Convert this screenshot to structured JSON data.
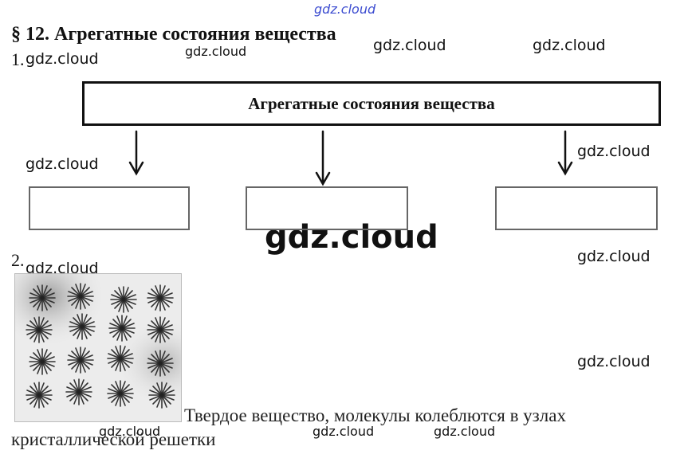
{
  "watermark": "gdz.cloud",
  "section_heading": "§ 12. Агрегатные состояния вещества",
  "task1": {
    "number": "1.",
    "main_box_label": "Агрегатные состояния вещества",
    "answer_boxes": [
      "",
      "",
      ""
    ]
  },
  "task2": {
    "number": "2.",
    "image_icon": "crystal-lattice-image",
    "caption_line1": "Твердое вещество, молекулы колеблются в узлах",
    "caption_line2": "кристаллической решетки"
  }
}
